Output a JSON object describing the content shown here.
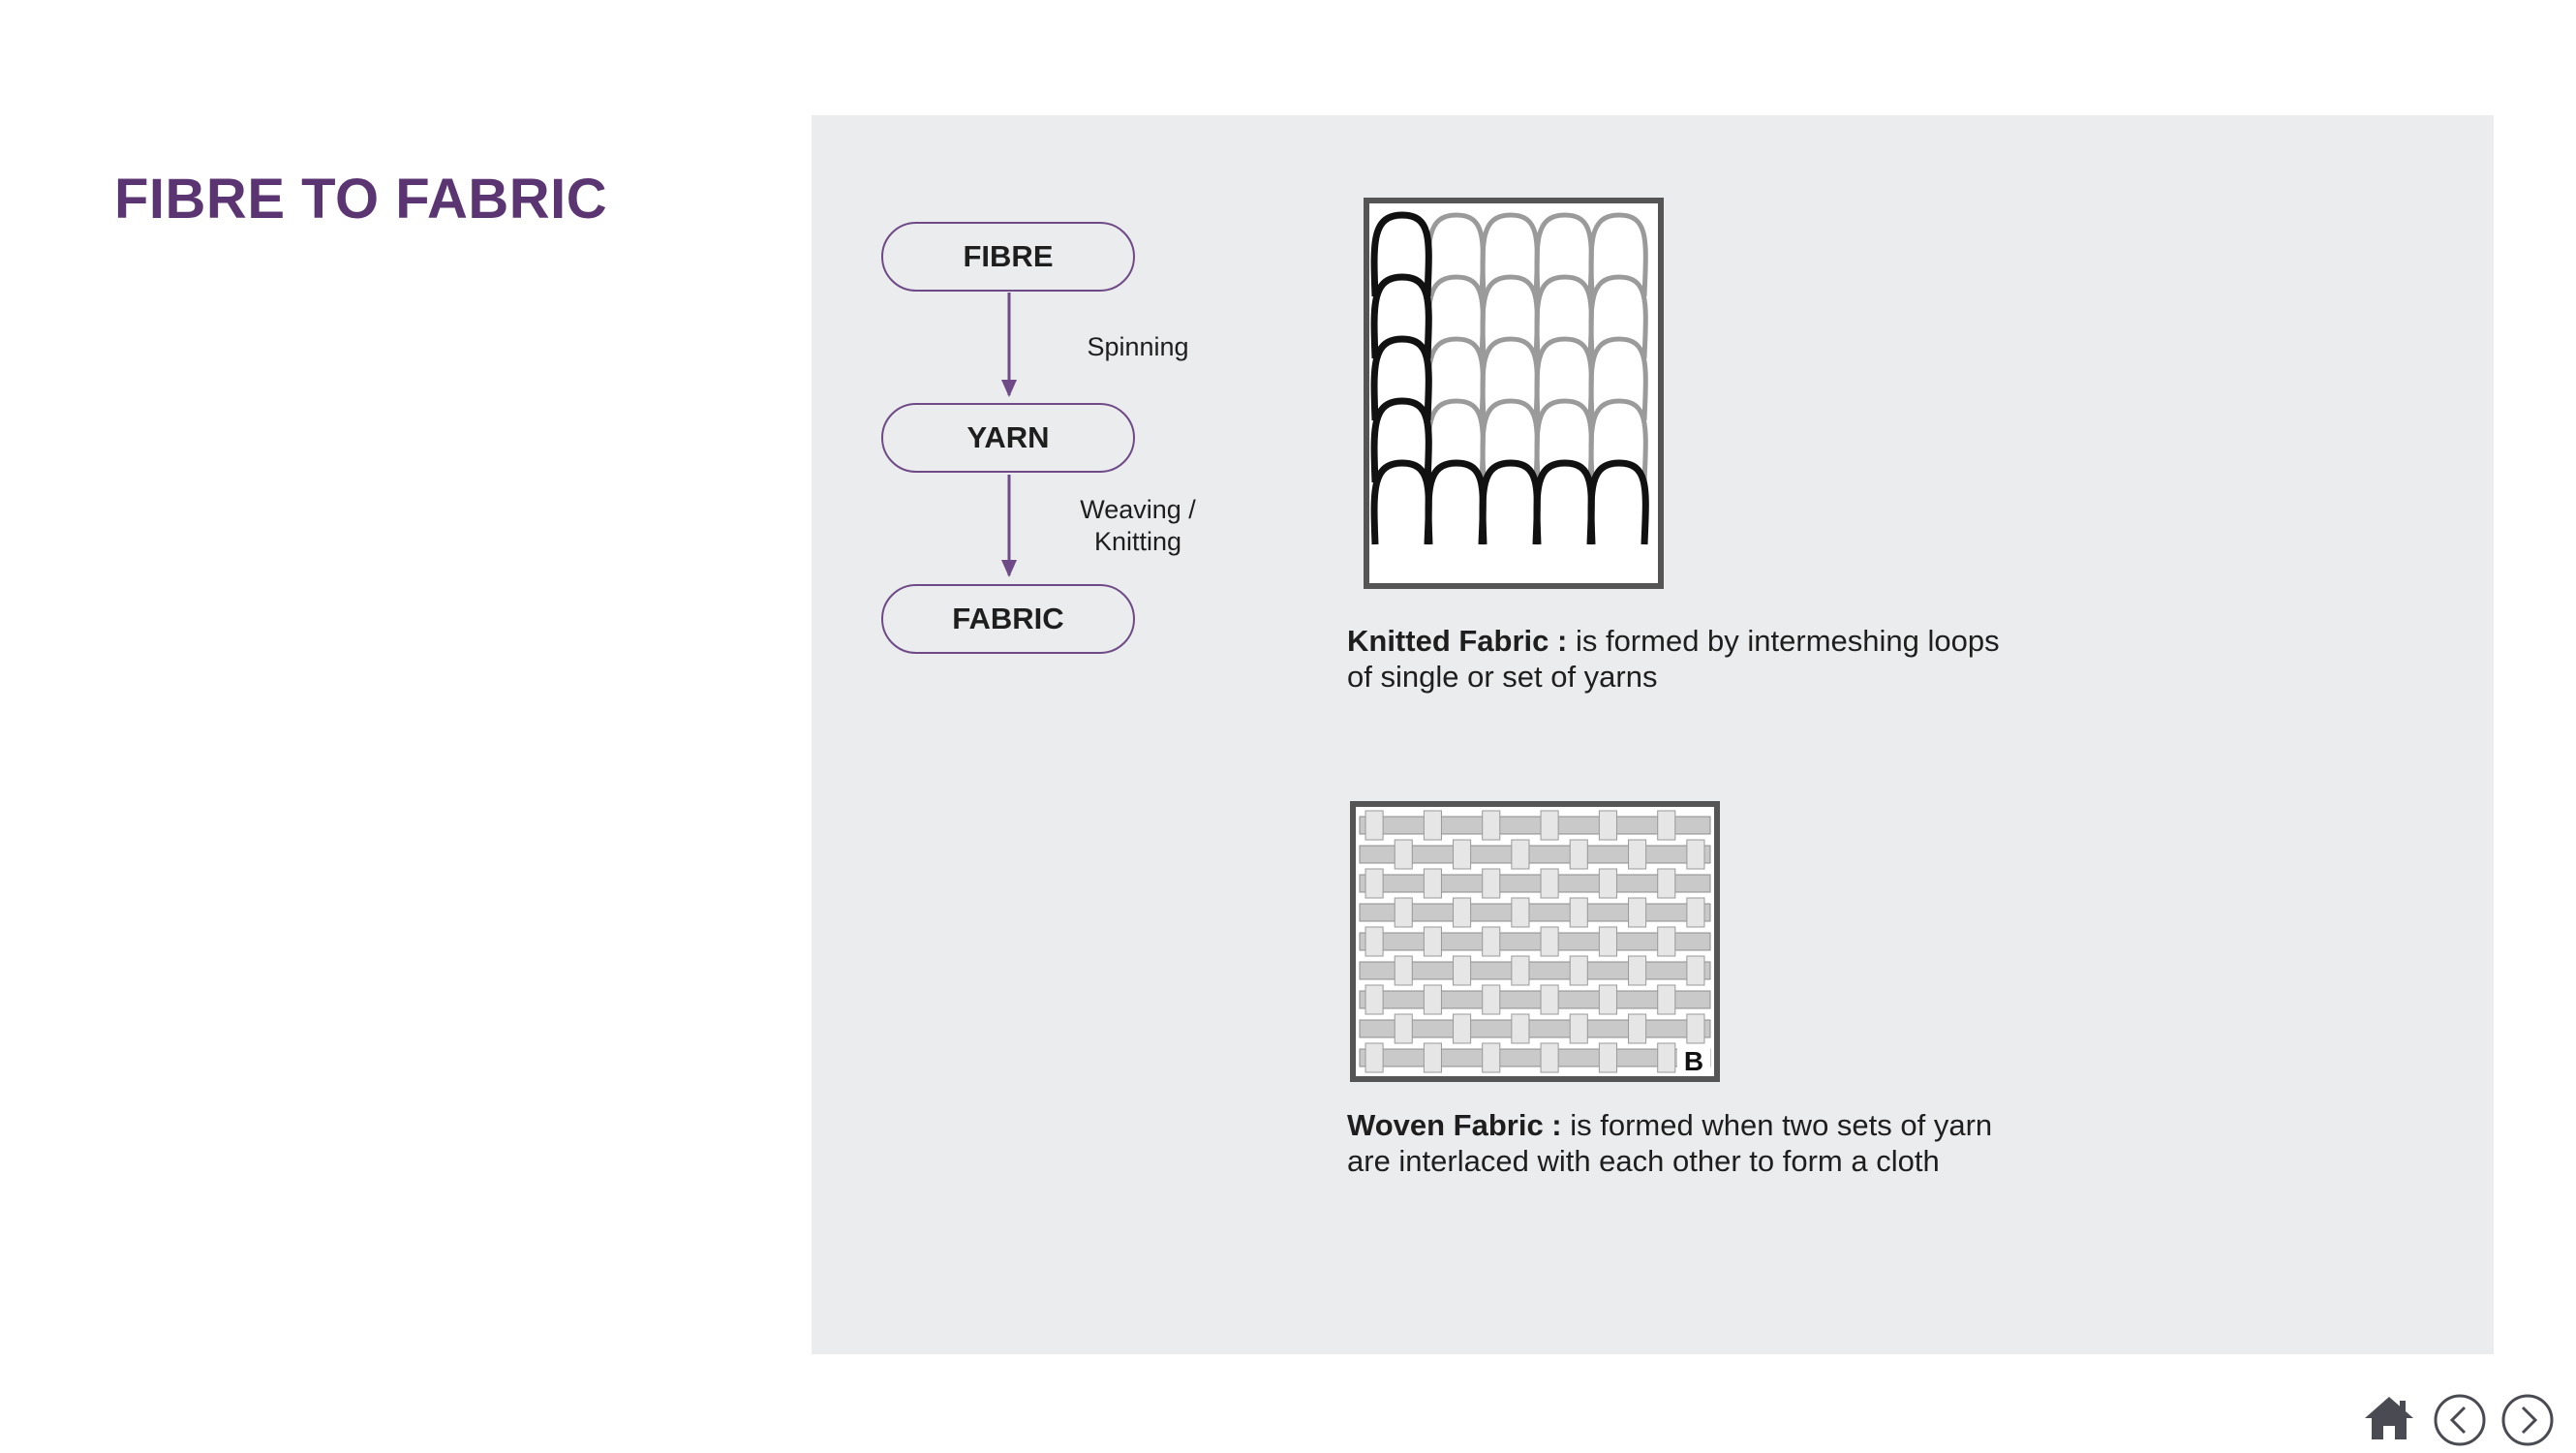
{
  "page": {
    "title": "FIBRE TO FABRIC"
  },
  "flow": {
    "steps": [
      "FIBRE",
      "YARN",
      "FABRIC"
    ],
    "processes": [
      "Spinning",
      "Weaving /",
      "Knitting"
    ]
  },
  "fabrics": {
    "knitted": {
      "term": "Knitted Fabric :",
      "description": " is formed by intermeshing loops of single or set of yarns"
    },
    "woven": {
      "term": "Woven Fabric :",
      "description": " is formed when two sets of yarn are interlaced with each other to form a cloth",
      "image_letter": "B"
    }
  },
  "nav": {
    "icons": [
      "home-icon",
      "previous-icon",
      "next-icon"
    ]
  },
  "colors": {
    "accent": "#5b3472",
    "panel": "#ebecee",
    "icon": "#4a4a52"
  }
}
